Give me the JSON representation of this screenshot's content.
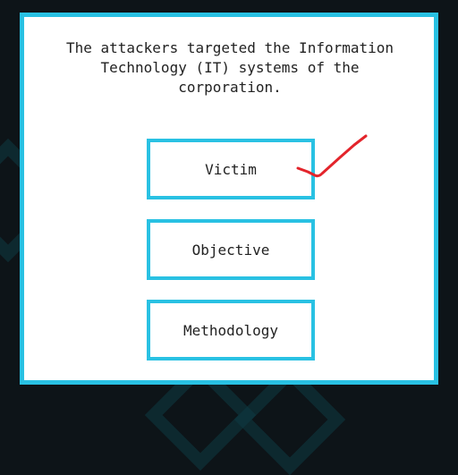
{
  "quiz": {
    "question": "The attackers targeted the Information Technology (IT) systems of the corporation.",
    "options": [
      {
        "label": "Victim",
        "checked": true
      },
      {
        "label": "Objective",
        "checked": false
      },
      {
        "label": "Methodology",
        "checked": false
      }
    ],
    "mark_icon": "checkmark-icon"
  },
  "colors": {
    "accent": "#29c1e3",
    "mark": "#e3242b",
    "background": "#0d1418"
  }
}
